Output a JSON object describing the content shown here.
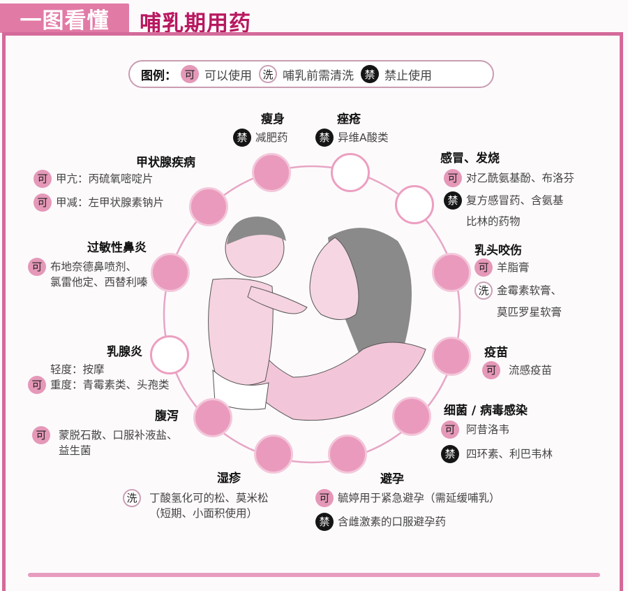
{
  "header": {
    "tab_label": "一图看懂",
    "title": "哺乳期用药"
  },
  "legend": {
    "label": "图例：",
    "items": [
      {
        "badge": "可",
        "text": "可以使用",
        "type": "ok"
      },
      {
        "badge": "洗",
        "text": "哺乳前需清洗",
        "type": "wash"
      },
      {
        "badge": "禁",
        "text": "禁止使用",
        "type": "ban"
      }
    ]
  },
  "colors": {
    "accent_pink": "#e27aa6",
    "title_magenta": "#b8185f",
    "ok_badge": "#e598b8",
    "ban_badge": "#151515",
    "frame": "#d46a99"
  },
  "categories": {
    "slimming": {
      "title": "瘦身",
      "rows": [
        {
          "badge": "禁",
          "type": "ban",
          "text": "减肥药"
        }
      ]
    },
    "acne": {
      "title": "痤疮",
      "rows": [
        {
          "badge": "禁",
          "type": "ban",
          "text": "异维A酸类"
        }
      ]
    },
    "thyroid": {
      "title": "甲状腺疾病",
      "rows": [
        {
          "badge": "可",
          "type": "ok",
          "text": "甲亢：丙硫氧嘧啶片"
        },
        {
          "badge": "可",
          "type": "ok",
          "text": "甲减：左甲状腺素钠片"
        }
      ]
    },
    "cold_fever": {
      "title": "感冒、发烧",
      "rows": [
        {
          "badge": "可",
          "type": "ok",
          "text": "对乙酰氨基酚、布洛芬"
        },
        {
          "badge": "禁",
          "type": "ban",
          "text": "复方感冒药、含氨基",
          "text2": "比林的药物"
        }
      ]
    },
    "rhinitis": {
      "title": "过敏性鼻炎",
      "rows": [
        {
          "badge": "可",
          "type": "ok",
          "text": "布地奈德鼻喷剂、",
          "text2": "氯雷他定、西替利嗪"
        }
      ]
    },
    "nipple": {
      "title": "乳头咬伤",
      "rows": [
        {
          "badge": "可",
          "type": "ok",
          "text": "羊脂膏"
        },
        {
          "badge": "洗",
          "type": "wash",
          "text": "金霉素软膏、",
          "text2": "莫匹罗星软膏"
        }
      ]
    },
    "mastitis": {
      "title": "乳腺炎",
      "rows": [
        {
          "badge": "",
          "type": "none",
          "text": "轻度：按摩"
        },
        {
          "badge": "可",
          "type": "ok",
          "text": "重度：青霉素类、头孢类"
        }
      ]
    },
    "vaccine": {
      "title": "疫苗",
      "rows": [
        {
          "badge": "可",
          "type": "ok",
          "text": "流感疫苗"
        }
      ]
    },
    "diarrhea": {
      "title": "腹泻",
      "rows": [
        {
          "badge": "可",
          "type": "ok",
          "text": "蒙脱石散、口服补液盐、",
          "text2": "益生菌"
        }
      ]
    },
    "infection": {
      "title": "细菌 / 病毒感染",
      "rows": [
        {
          "badge": "可",
          "type": "ok",
          "text": "阿昔洛韦"
        },
        {
          "badge": "禁",
          "type": "ban",
          "text": "四环素、利巴韦林"
        }
      ]
    },
    "eczema": {
      "title": "湿疹",
      "rows": [
        {
          "badge": "洗",
          "type": "wash",
          "text": "丁酸氢化可的松、莫米松",
          "text2": "（短期、小面积使用）"
        }
      ]
    },
    "contraception": {
      "title": "避孕",
      "rows": [
        {
          "badge": "可",
          "type": "ok",
          "text": "毓婷用于紧急避孕（需延缓哺乳）"
        },
        {
          "badge": "禁",
          "type": "ban",
          "text": "含雌激素的口服避孕药"
        }
      ]
    }
  },
  "illustration": {
    "subject": "mother-holding-baby",
    "nodes": [
      "waist-icon",
      "acne-face-icon",
      "mask-face-icon",
      "breast-icon",
      "syringe-icon",
      "virus-icon",
      "bottle-icon",
      "skin-rash-icon",
      "toilet-icon",
      "mastitis-breast-icon",
      "nose-icon",
      "thyroid-icon"
    ]
  }
}
